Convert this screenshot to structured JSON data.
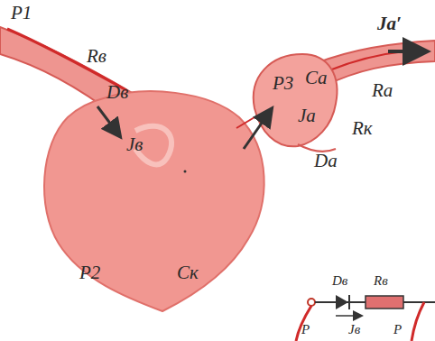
{
  "diagram": {
    "labels": [
      "P1",
      "Rв",
      "Dв",
      "Jв",
      "P3",
      "Cа",
      "Jа′",
      "Rа",
      "Jа",
      "Rк",
      "Dа",
      "P2",
      "Cк",
      "Dв",
      "Rв",
      "P",
      "Jв",
      "P"
    ]
  }
}
